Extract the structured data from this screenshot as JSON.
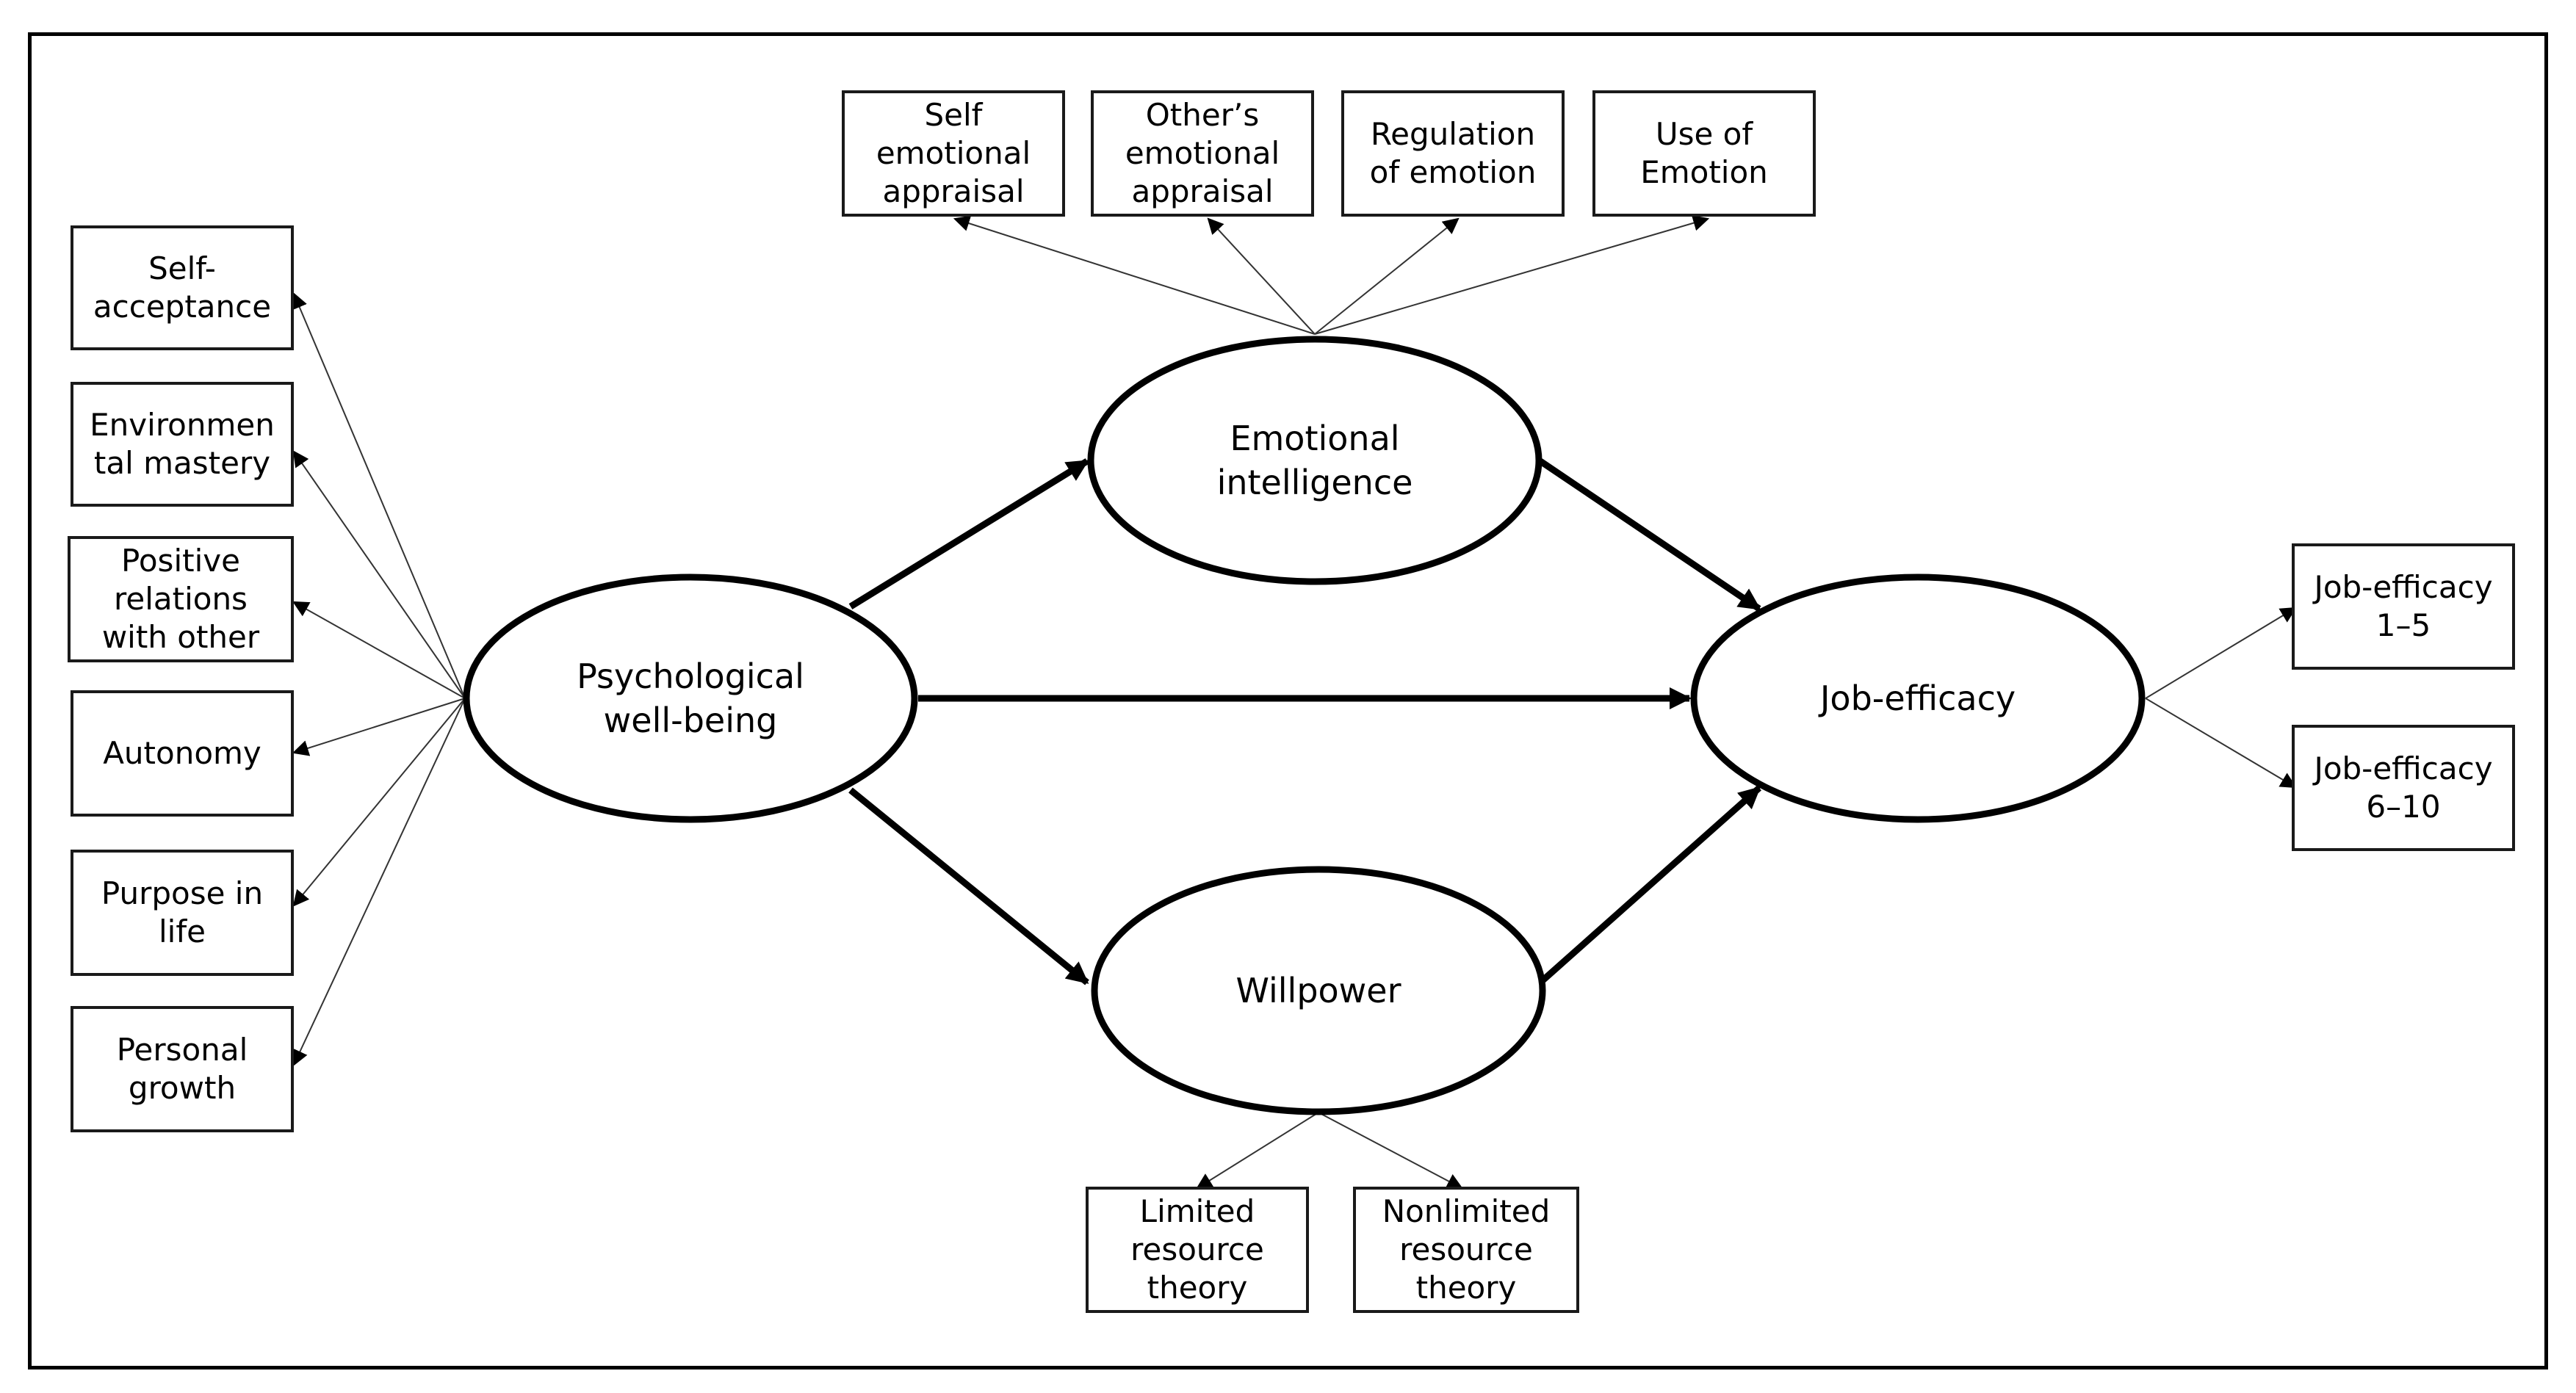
{
  "diagram": {
    "latent": {
      "psychological_wellbeing": "Psychological\nwell-being",
      "emotional_intelligence": "Emotional\nintelligence",
      "willpower": "Willpower",
      "job_efficacy": "Job-efficacy"
    },
    "pwb_indicators": [
      "Self-\nacceptance",
      "Environmen\ntal mastery",
      "Positive\nrelations\nwith other",
      "Autonomy",
      "Purpose in\nlife",
      "Personal\ngrowth"
    ],
    "ei_indicators": [
      "Self\nemotional\nappraisal",
      "Other’s\nemotional\nappraisal",
      "Regulation\nof emotion",
      "Use of\nEmotion"
    ],
    "willpower_indicators": [
      "Limited\nresource\ntheory",
      "Nonlimited\nresource\ntheory"
    ],
    "je_indicators": [
      "Job-efficacy\n1–5",
      "Job-efficacy\n6–10"
    ]
  }
}
